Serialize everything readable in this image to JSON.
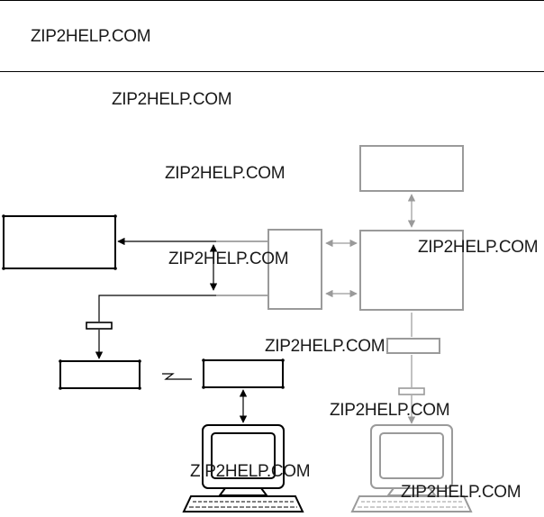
{
  "watermarks": [
    "ZIP2HELP.COM",
    "ZIP2HELP.COM",
    "ZIP2HELP.COM",
    "ZIP2HELP.COM",
    "ZIP2HELP.COM",
    "ZIP2HELP.COM",
    "ZIP2HELP.COM",
    "ZIP2HELP.COM",
    "ZIP2HELP.COM"
  ],
  "colors": {
    "primary_line": "#000000",
    "secondary_line": "#9a9a9a"
  },
  "icons": [
    "computer-terminal-icon",
    "computer-terminal-icon"
  ]
}
